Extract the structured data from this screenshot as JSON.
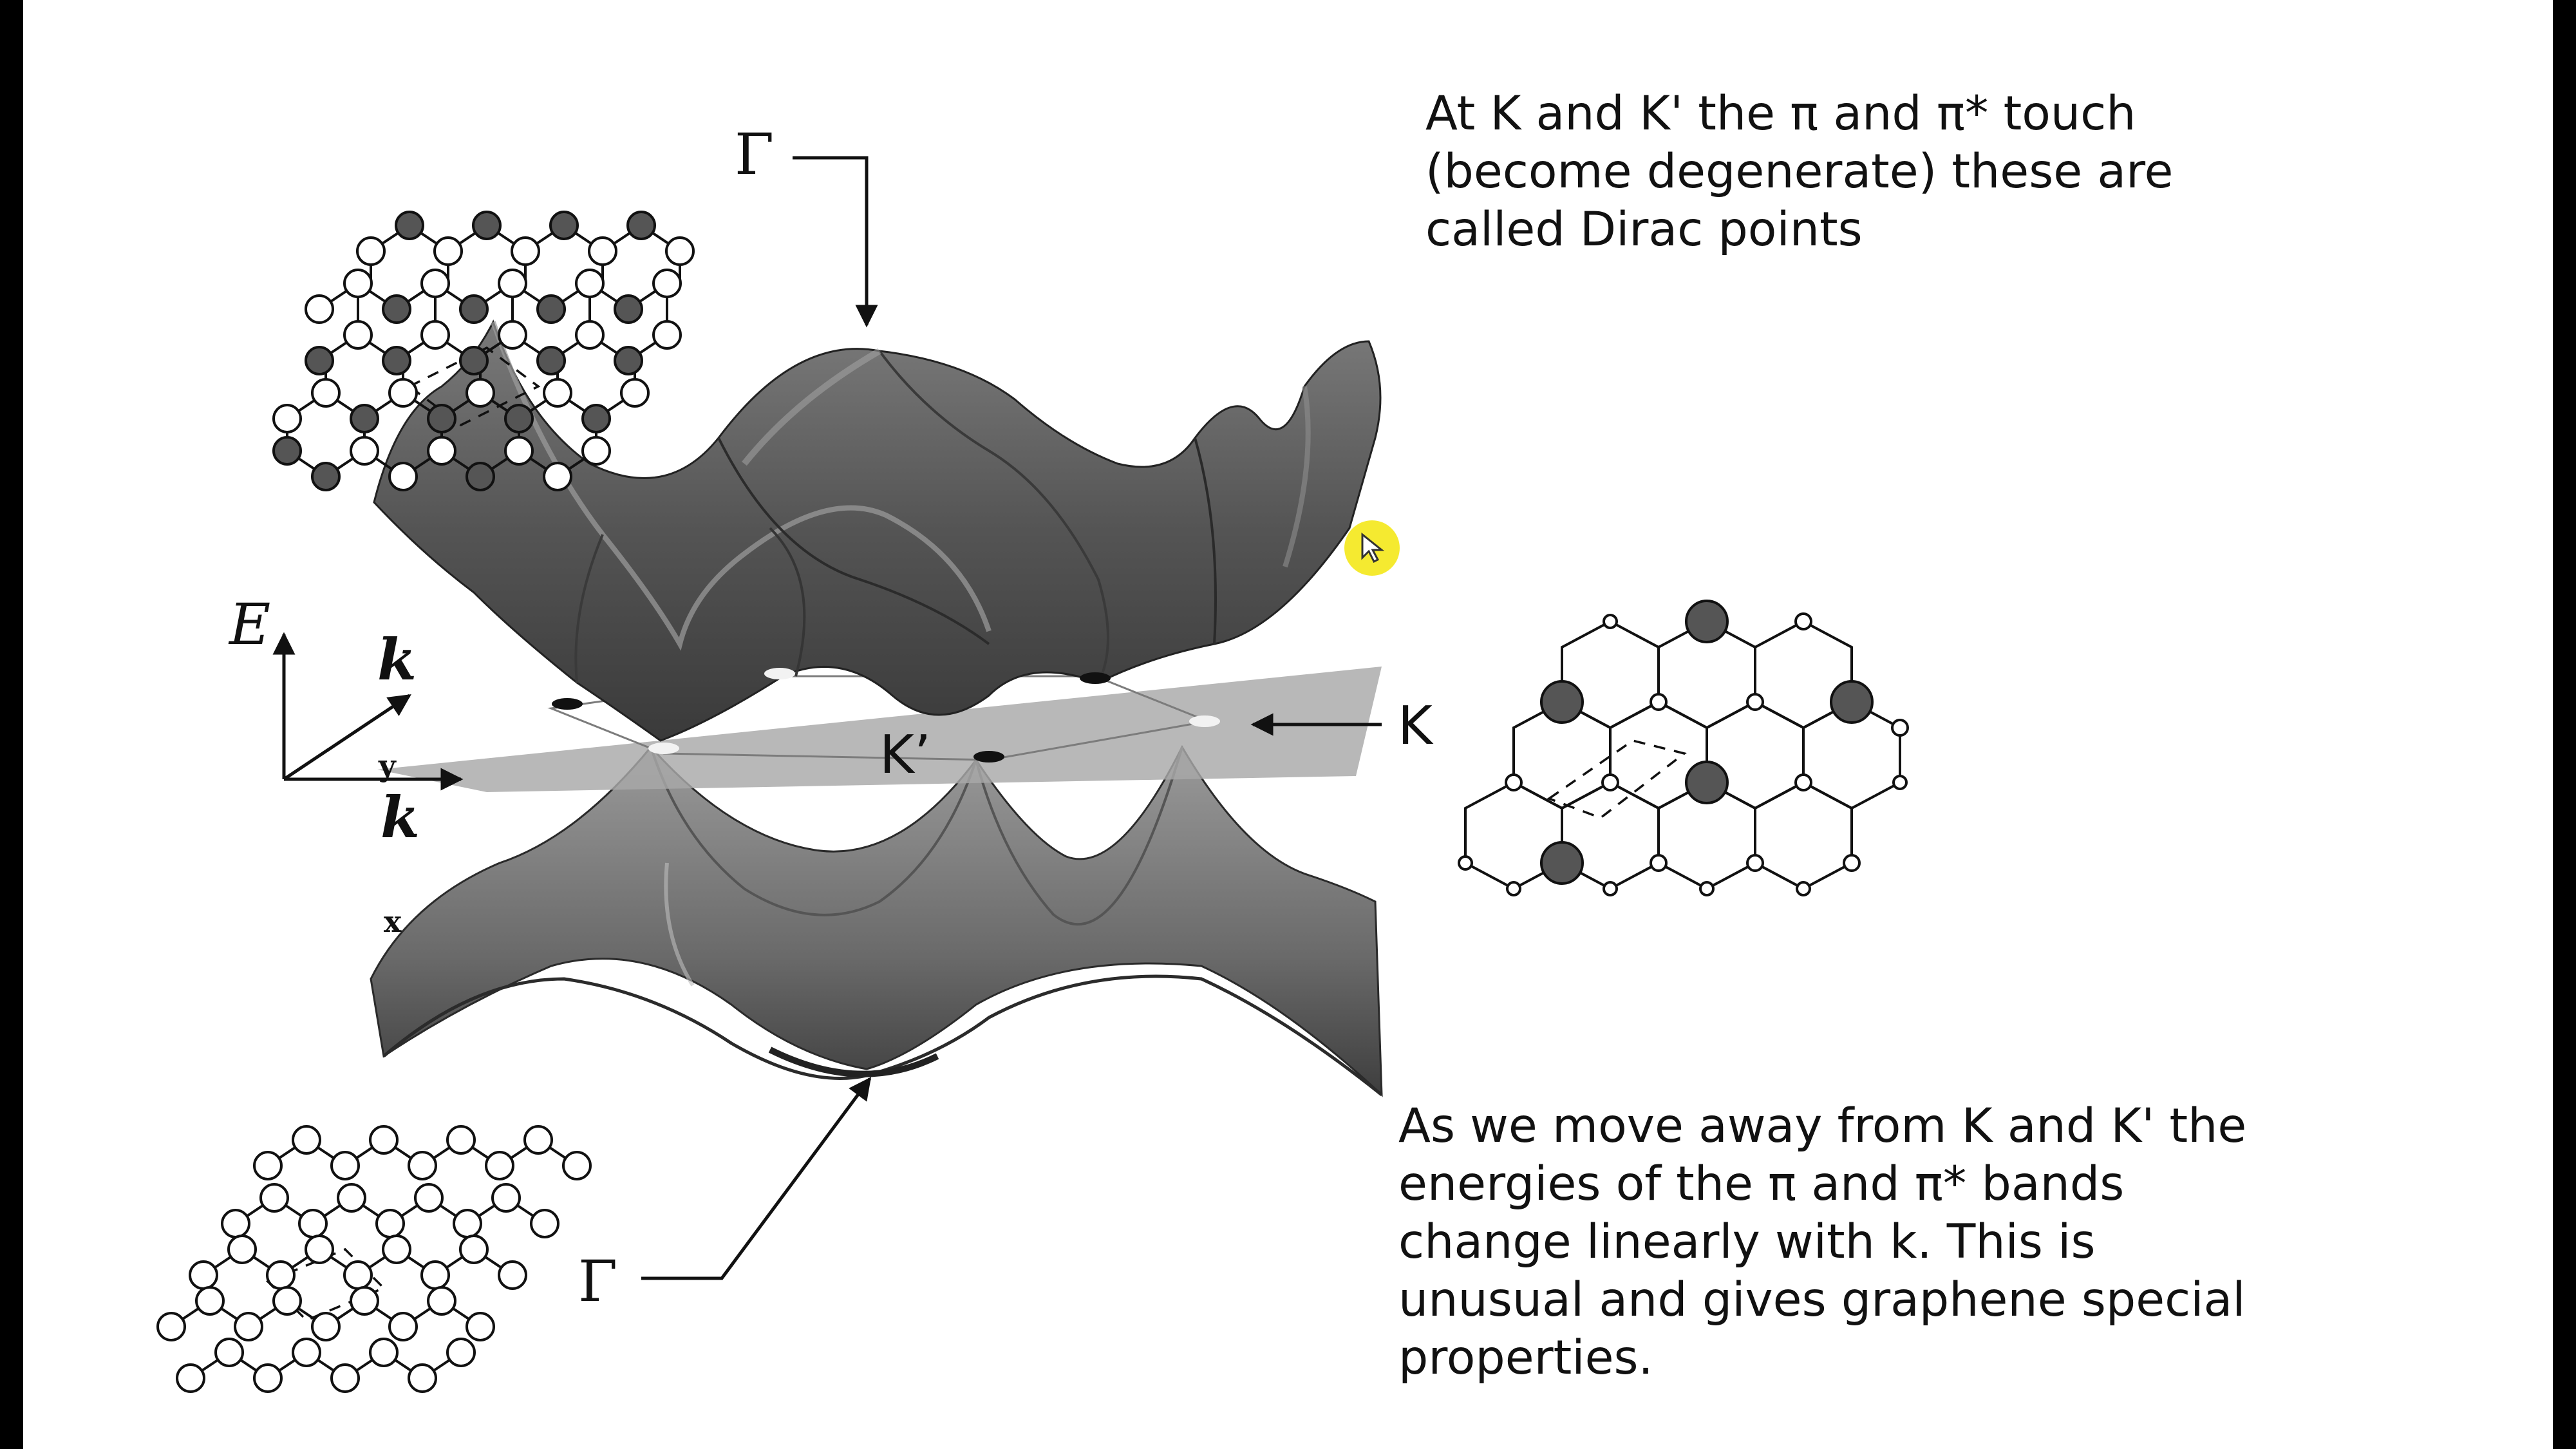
{
  "slide": {
    "text_top": [
      "At K and K' the π and π* touch",
      "(become degenerate) these are",
      "called Dirac points"
    ],
    "text_bottom": [
      "As we move away from K and K' the",
      "energies of the π and π* bands",
      "change linearly with k. This is",
      "unusual and gives graphene special",
      "properties."
    ]
  },
  "diagram": {
    "labels": {
      "gamma_top": "Γ",
      "gamma_bottom": "Γ",
      "k_point": "K",
      "k_prime": "K’",
      "axis_e": "E",
      "axis_ky": "k",
      "axis_ky_sub": "y",
      "axis_kx": "k",
      "axis_kx_sub": "x"
    },
    "colors": {
      "band_dark": "#3c3c3c",
      "band_mid": "#6a6a6a",
      "band_light": "#9a9a9a",
      "plane": "#a9a9a9",
      "atom_dark": "#555555",
      "cursor": "#f4e81e"
    },
    "icons": [
      "cursor-pointer-icon"
    ]
  }
}
